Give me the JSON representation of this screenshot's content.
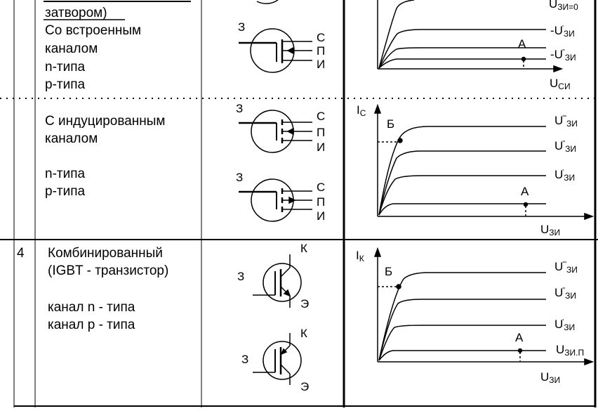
{
  "rows": [
    {
      "number": "",
      "lines": [
        "затвором)",
        "Со встроенным",
        "каналом",
        "n-типа",
        "p-типа"
      ]
    },
    {
      "number": "",
      "lines": [
        "С индуцированным",
        "каналом",
        "",
        "n-типа",
        "p-типа"
      ]
    },
    {
      "number": "4",
      "lines": [
        "Комбинированный",
        "(IGBT - транзистор)",
        "",
        "канал n - типа",
        "канал p - типа"
      ]
    }
  ],
  "symbols": {
    "gate": "З",
    "source": "С",
    "substrate": "П",
    "drain": "И",
    "collector": "К",
    "emitter": "Э"
  },
  "graph1": {
    "curves": [
      "U",
      "-U",
      "-U"
    ],
    "curve_subs": [
      "ЗИ=0",
      "ЗИ",
      "ЗИ"
    ],
    "curve_sups": [
      "",
      "'",
      "''"
    ],
    "point": "А",
    "xaxis": "U",
    "xaxis_sub": "СИ"
  },
  "graph2": {
    "yaxis": "I",
    "yaxis_sub": "С",
    "curves": [
      "U",
      "U",
      "U"
    ],
    "curve_subs": [
      "ЗИ",
      "ЗИ",
      "ЗИ"
    ],
    "curve_sups": [
      "'''",
      "''",
      "'"
    ],
    "pointB": "Б",
    "pointA": "А",
    "xaxis": "U",
    "xaxis_sub": "ЗИ"
  },
  "graph3": {
    "yaxis": "I",
    "yaxis_sub": "К",
    "curves": [
      "U",
      "U",
      "U",
      "U"
    ],
    "curve_subs": [
      "ЗИ",
      "ЗИ",
      "ЗИ",
      "ЗИ.П"
    ],
    "curve_sups": [
      "'''",
      "''",
      "'",
      ""
    ],
    "pointB": "Б",
    "pointA": "А",
    "xaxis": "U",
    "xaxis_sub": "ЗИ"
  }
}
